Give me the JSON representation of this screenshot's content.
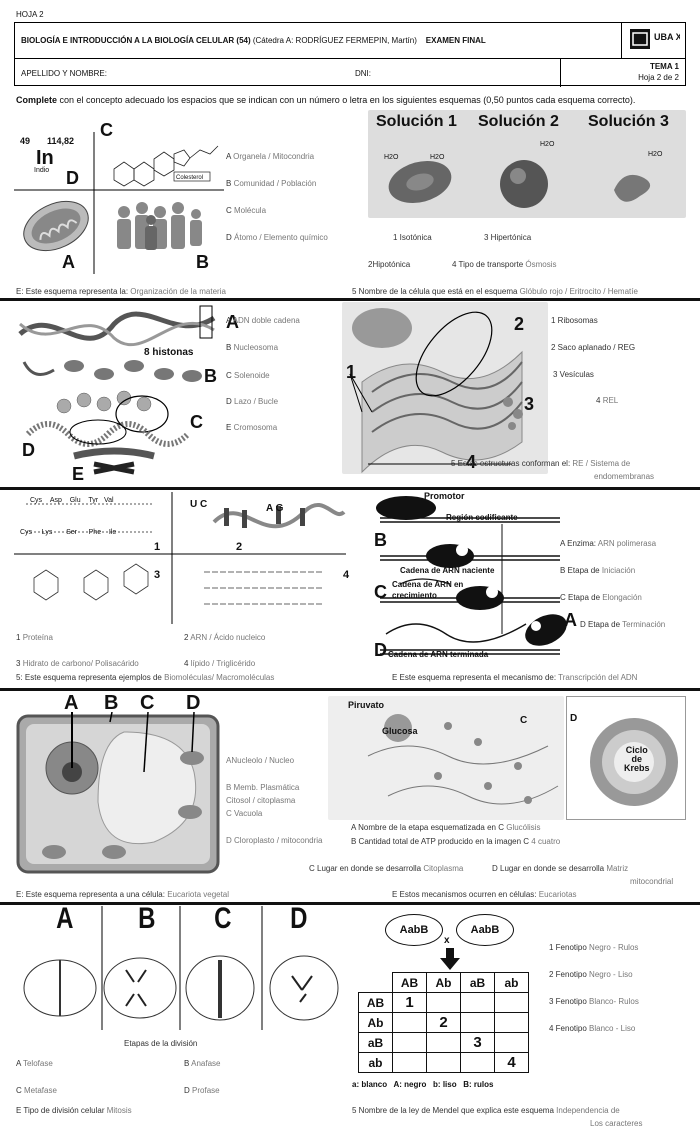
{
  "header": {
    "hoja": "HOJA 2",
    "title_bold": "BIOLOGÍA E INTRODUCCIÓN A LA BIOLOGÍA CELULAR (54)",
    "title_catedra": "(Cátedra A: RODRÍGUEZ FERMEPIN, Martín)",
    "title_exam": "EXAMEN FINAL",
    "logo": "UBA XXI",
    "apellido_label": "APELLIDO Y NOMBRE:",
    "dni_label": "DNI:",
    "tema": "TEMA 1",
    "hoja_de": "Hoja 2 de 2"
  },
  "instructions": {
    "bold": "Complete",
    "text": " con el concepto adecuado los espacios que se indican con un número o letra en los siguientes esquemas (0,50 puntos cada esquema correcto)."
  },
  "s1": {
    "element_num": "49",
    "element_mass": "114,82",
    "element_symbol": "In",
    "element_name": "Indio",
    "colesterol_label": "Colesterol",
    "letters": [
      "A",
      "B",
      "C",
      "D"
    ],
    "items": [
      {
        "key": "A",
        "text": "Organela / Mitocondria"
      },
      {
        "key": "B",
        "text": "Comunidad / Población"
      },
      {
        "key": "C",
        "text": "Molécula"
      },
      {
        "key": "D",
        "text": "Átomo / Elemento químico"
      }
    ],
    "e_label": "E: Este esquema representa la:",
    "e_answer": "Organización de la materia"
  },
  "s1b": {
    "titles": [
      "Solución  1",
      "Solución  2",
      "Solución 3"
    ],
    "h2o": "H2O",
    "items": {
      "i1": "1 Isotónica",
      "i2": "2Hipotónica",
      "i3": "3 Hipertónica",
      "i4_label": "4 Tipo de transporte",
      "i4_ans": "Ósmosis"
    },
    "n5_label": "5 Nombre de la célula que está en el esquema",
    "n5_ans": "Glóbulo rojo / Eritrocito / Hematíe"
  },
  "s2": {
    "histonas": "8 histonas",
    "letters": [
      "A",
      "B",
      "C",
      "D",
      "E"
    ],
    "items": [
      {
        "key": "A",
        "text": "ADN doble cadena"
      },
      {
        "key": "B",
        "text": "Nucleosoma"
      },
      {
        "key": "C",
        "text": "Solenoide"
      },
      {
        "key": "D",
        "text": "Lazo / Bucle"
      },
      {
        "key": "E",
        "text": "Cromosoma"
      }
    ]
  },
  "s2b": {
    "nums": [
      "1",
      "2",
      "3",
      "4"
    ],
    "items": {
      "i1": "1 Ribosomas",
      "i2": "2 Saco aplanado / REG",
      "i3": "3 Vesículas",
      "i4_num": "4",
      "i4_ans": "REL"
    },
    "n5_label": "5 Estas estructuras conforman el:",
    "n5_ans1": "RE / Sistema de",
    "n5_ans2": "endomembranas"
  },
  "s3": {
    "peptide": [
      "Cys",
      "Asp",
      "Glu",
      "Tyr",
      "Val",
      "Cys",
      "Lys",
      "Ser",
      "Phe",
      "Ile"
    ],
    "rna_letters": [
      "U",
      "C",
      "A",
      "G"
    ],
    "panel_nums": [
      "1",
      "2",
      "3",
      "4"
    ],
    "items": {
      "i1_num": "1",
      "i1": "Proteína",
      "i2_num": "2",
      "i2": "ARN / Ácido nucleico",
      "i3_num": "3",
      "i3": "Hidrato de carbono/ Polisacárido",
      "i4_num": "4",
      "i4": "lípido / Triglicérido"
    },
    "n5_label": "5: Este esquema representa ejemplos de",
    "n5_ans": "Biomoléculas/ Macromoléculas"
  },
  "s3b": {
    "promotor": "Promotor",
    "region": "Región codificante",
    "naciente": "Cadena de ARN naciente",
    "crecimiento1": "Cadena de ARN en",
    "crecimiento2": "crecimiento",
    "terminada": "Cadena de ARN terminada",
    "letters": [
      "A",
      "B",
      "C",
      "D"
    ],
    "items": {
      "a_label": "A Enzima:",
      "a_ans": "ARN polimerasa",
      "b_label": "B Etapa de",
      "b_ans": "Iniciación",
      "c_label": "C Etapa de",
      "c_ans": "Elongación",
      "d_label": "D Etapa de",
      "d_ans": "Terminación"
    },
    "e_label": "E Este esquema representa el mecanismo de:",
    "e_ans": "Transcripción del ADN"
  },
  "s4": {
    "letters": [
      "A",
      "B",
      "C",
      "D"
    ],
    "items": {
      "a": "ANucleolo / Nucleo",
      "b1": "B Memb. Plasmática",
      "b2": "Citosol / citoplasma",
      "c": "C Vacuola",
      "d": "D Cloroplasto / mitocondria"
    },
    "e_label": "E: Este esquema representa a una célula:",
    "e_ans": "Eucariota vegetal"
  },
  "s4b": {
    "piruvato": "Piruvato",
    "glucosa": "Glucosa",
    "krebs1": "Ciclo",
    "krebs2": "de",
    "krebs3": "Krebs",
    "letters": [
      "C",
      "D"
    ],
    "a_label": "A Nombre de la etapa esquematizada en C",
    "a_ans": "Glucólisis",
    "b_label": "B Cantidad total de ATP producido en la imagen C",
    "b_ans": "4 cuatro",
    "c_label": "C Lugar en donde se desarrolla",
    "c_ans": "Citoplasma",
    "d_label": "D Lugar en donde se desarrolla",
    "d_ans1": "Matriz",
    "d_ans2": "mitocondrial",
    "e_label": "E Estos mecanismos ocurren en células:",
    "e_ans": "Eucariotas"
  },
  "s5": {
    "letters": [
      "A",
      "B",
      "C",
      "D"
    ],
    "etapas": "Etapas de la división",
    "items": {
      "a_label": "A",
      "a": "Telofase",
      "b_label": "B",
      "b": "Anafase",
      "c_label": "C",
      "c": "Metafase",
      "d_label": "D",
      "d": "Profase"
    },
    "e_label": "E Tipo de división celular",
    "e_ans": "Mitosis"
  },
  "s5b": {
    "parent1": "AabB",
    "parent2": "AabB",
    "cross": "x",
    "cols": [
      "AB",
      "Ab",
      "aB",
      "ab"
    ],
    "rows": [
      {
        "h": "AB",
        "cells": [
          "1",
          "",
          "",
          ""
        ]
      },
      {
        "h": "Ab",
        "cells": [
          "",
          "2",
          "",
          ""
        ]
      },
      {
        "h": "aB",
        "cells": [
          "",
          "",
          "3",
          ""
        ]
      },
      {
        "h": "ab",
        "cells": [
          "",
          "",
          "",
          "4"
        ]
      }
    ],
    "legend": "a: blanco   A: negro   b: liso   B: rulos",
    "items": [
      {
        "label": "1 Fenotipo",
        "ans": "Negro - Rulos"
      },
      {
        "label": "2 Fenotipo",
        "ans": "Negro - Liso"
      },
      {
        "label": "3 Fenotipo",
        "ans": "Blanco- Rulos"
      },
      {
        "label": "4 Fenotipo",
        "ans": "Blanco - Liso"
      }
    ],
    "n5_label": "5 Nombre de la ley de Mendel que explica este esquema",
    "n5_ans1": "Independencia de",
    "n5_ans2": "Los caracteres"
  }
}
